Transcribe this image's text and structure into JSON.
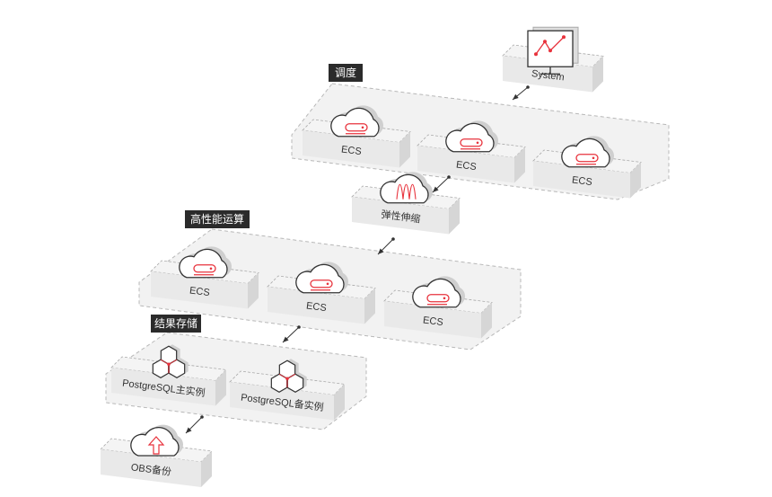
{
  "colors": {
    "accent": "#e8323c",
    "tag_bg": "#2b2b2b",
    "group_fill": "#f2f2f2",
    "slab_top": "#f4f4f4",
    "slab_front": "#e9e9e9",
    "slab_side": "#d6d6d6"
  },
  "groups": [
    {
      "id": "scheduling",
      "label": "调度"
    },
    {
      "id": "hpc",
      "label": "高性能运算"
    },
    {
      "id": "storage",
      "label": "结果存储"
    }
  ],
  "nodes": [
    {
      "id": "system",
      "label": "System",
      "icon": "monitor-chart-icon"
    },
    {
      "id": "ecs1",
      "label": "ECS",
      "icon": "cloud-server-icon"
    },
    {
      "id": "ecs2",
      "label": "ECS",
      "icon": "cloud-server-icon"
    },
    {
      "id": "ecs3",
      "label": "ECS",
      "icon": "cloud-server-icon"
    },
    {
      "id": "as",
      "label": "弹性伸缩",
      "icon": "cloud-autoscaling-icon"
    },
    {
      "id": "hecs1",
      "label": "ECS",
      "icon": "cloud-server-icon"
    },
    {
      "id": "hecs2",
      "label": "ECS",
      "icon": "cloud-server-icon"
    },
    {
      "id": "hecs3",
      "label": "ECS",
      "icon": "cloud-server-icon"
    },
    {
      "id": "pg_main",
      "label": "PostgreSQL主实例",
      "icon": "database-cluster-icon"
    },
    {
      "id": "pg_standby",
      "label": "PostgreSQL备实例",
      "icon": "database-cluster-icon"
    },
    {
      "id": "obs",
      "label": "OBS备份",
      "icon": "cloud-upload-icon"
    }
  ]
}
